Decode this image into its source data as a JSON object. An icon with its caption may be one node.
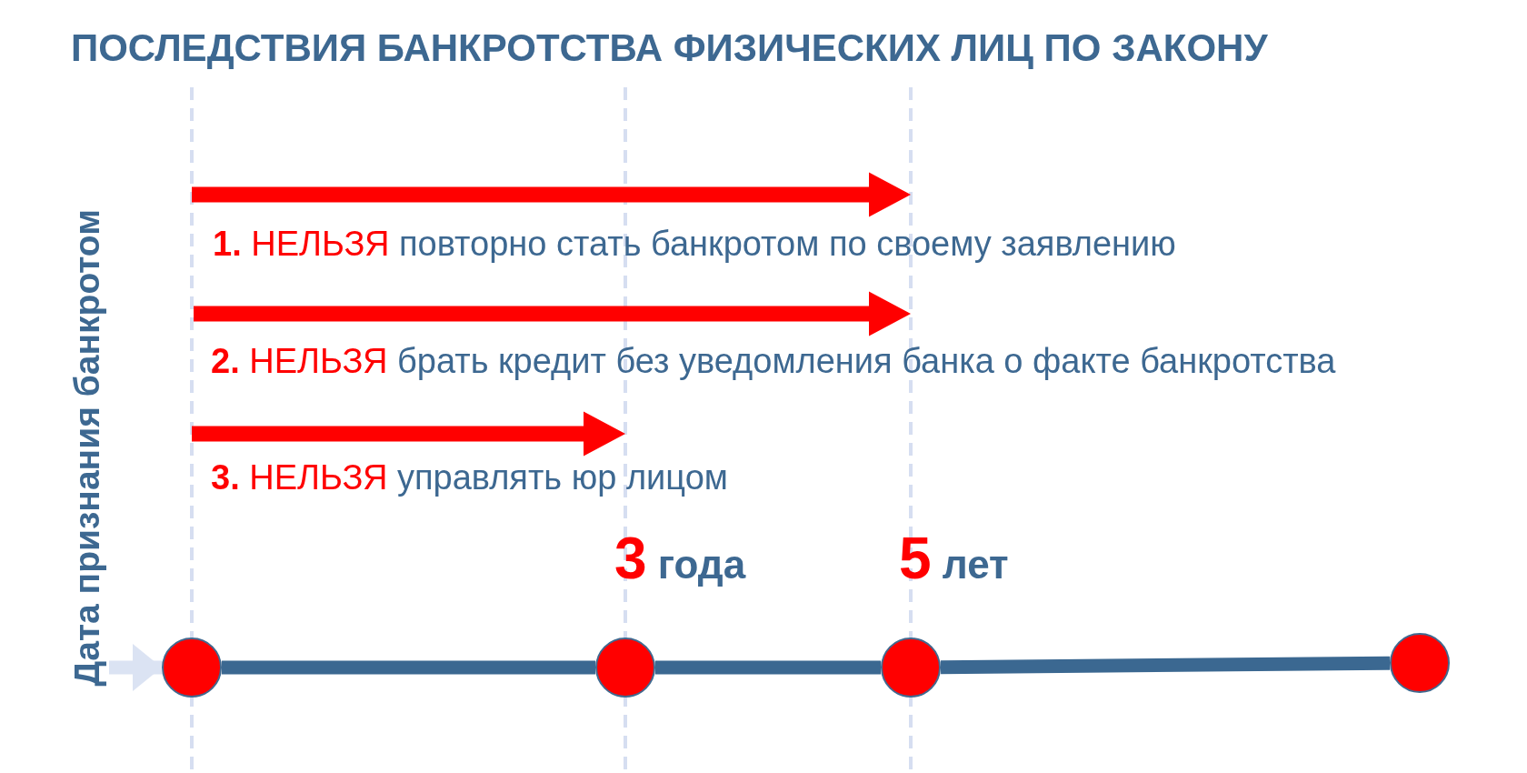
{
  "diagram": {
    "title": "ПОСЛЕДСТВИЯ БАНКРОТСТВА ФИЗИЧЕСКИХ ЛИЦ ПО ЗАКОНУ",
    "nodes": [
      {
        "text": [
          "Дата признания банкротом"
        ]
      },
      {
        "text": [],
        "shape": "circle"
      },
      {
        "text": [],
        "shape": "circle",
        "beside": [
          "3 года"
        ]
      },
      {
        "text": [],
        "shape": "circle",
        "beside": [
          "5 лет"
        ]
      },
      {
        "text": [],
        "shape": "circle"
      }
    ],
    "edges": [
      {
        "from": 0,
        "to": 1,
        "arrow": "to",
        "color": "#dbe3f3"
      },
      {
        "from": 1,
        "to": 2,
        "arrow": "none"
      },
      {
        "from": 2,
        "to": 3,
        "arrow": "none"
      },
      {
        "from": 3,
        "to": 4,
        "arrow": "none"
      }
    ],
    "labels": [
      "**1.** НЕЛЬЗЯ повторно стать банкротом по своему заявлению",
      "**2.** НЕЛЬЗЯ брать кредит без уведомления банка о факте банкротства",
      "**3.** НЕЛЬЗЯ управлять юр лицом"
    ]
  }
}
